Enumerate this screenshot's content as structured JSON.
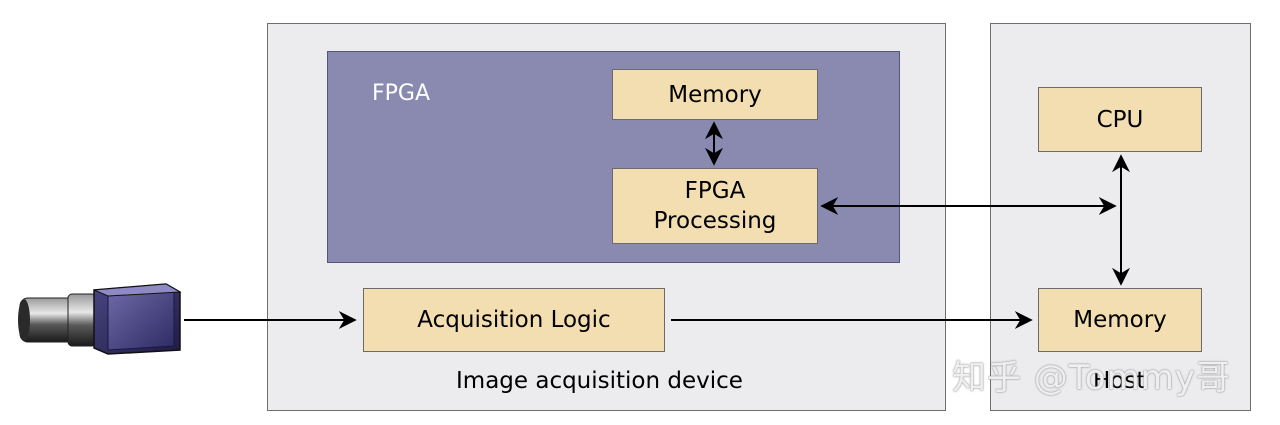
{
  "device": {
    "label": "Image acquisition device",
    "fpga": {
      "label": "FPGA",
      "memory_label": "Memory",
      "processing_label_line1": "FPGA",
      "processing_label_line2": "Processing"
    },
    "acquisition_label": "Acquisition Logic"
  },
  "host": {
    "label": "Host",
    "cpu_label": "CPU",
    "memory_label": "Memory"
  },
  "watermark": "知乎 @Tommy哥",
  "colors": {
    "panel": "#ececef",
    "fpga": "#8a89b0",
    "block": "#f2deb0",
    "arrow": "#000000"
  },
  "icons": {
    "camera": "industrial-camera-icon"
  }
}
